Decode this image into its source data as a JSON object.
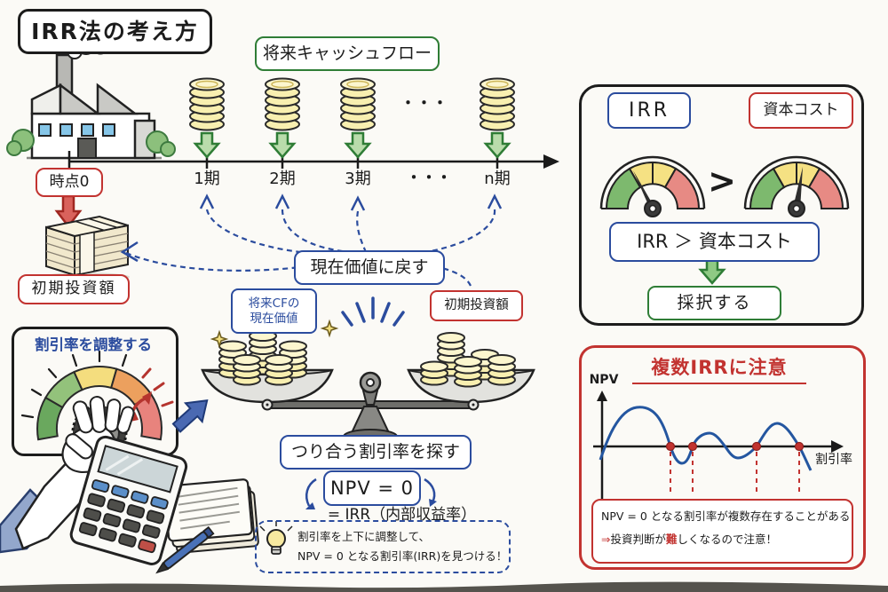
{
  "title": "IRR法の考え方",
  "colors": {
    "accent_blue": "#2b4c9e",
    "accent_red": "#c23330",
    "accent_green": "#2f7d36",
    "coin_yellow": "#f8efb0",
    "gauge_green": "#7db96e",
    "gauge_yellow": "#f5e183",
    "gauge_red": "#e78a84"
  },
  "timeline": {
    "future_cf_label": "将来キャッシュフロー",
    "ellipsis": "・・・",
    "periods": [
      "1期",
      "2期",
      "3期",
      "・・・",
      "n期"
    ],
    "time0": "時点0",
    "initial_investment": "初期投資額"
  },
  "center": {
    "restore_pv": "現在価値に戻す",
    "future_cf_pv_line1": "将来CFの",
    "future_cf_pv_line2": "現在価値",
    "initial_investment": "初期投資額",
    "find_rate": "つり合う割引率を探す",
    "npv_zero": "NPV = 0",
    "irr_definition": "= IRR（内部収益率）",
    "tip_line1": "割引率を上下に調整して、",
    "tip_line2": "NPV = 0 となる割引率(IRR)を見つける！"
  },
  "adjust_panel": {
    "label": "割引率を調整する"
  },
  "decision_panel": {
    "irr": "IRR",
    "capital_cost": "資本コスト",
    "comparison": ">",
    "condition": "IRR ＞ 資本コスト",
    "adopt": "採択する"
  },
  "warning_panel": {
    "title": "複数IRRに注意",
    "y_axis_label": "NPV",
    "x_axis_label": "割引率",
    "note_line1": "NPV = 0 となる割引率が複数存在することがある",
    "note_arrow": "⇒ ",
    "note_line2_a": "投資判断が",
    "note_line2_em": "難",
    "note_line2_b": "しくなるので注意！"
  }
}
